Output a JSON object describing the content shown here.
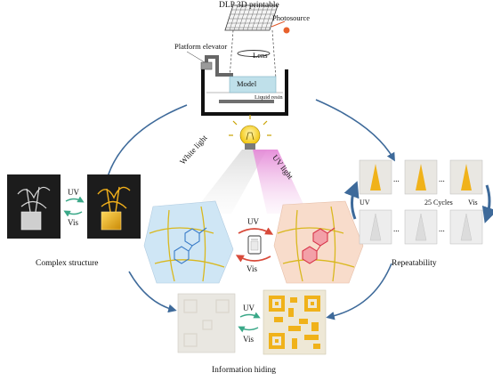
{
  "printer": {
    "title": "DLP 3D printable",
    "photosource_label": "Photosource",
    "platform_label": "Platform elevator",
    "lens_label": "Lens",
    "model_label": "Model",
    "resin_label": "Liquid resin"
  },
  "light": {
    "white_label": "White light",
    "uv_label": "UV light"
  },
  "center": {
    "uv_label": "UV",
    "vis_label": "Vis"
  },
  "complex": {
    "uv_label": "UV",
    "vis_label": "Vis",
    "caption": "Complex structure"
  },
  "repeat": {
    "uv_label": "UV",
    "cycles_label": "25 Cycles",
    "vis_label": "Vis",
    "ellipsis": "...",
    "caption": "Repeatability"
  },
  "info": {
    "uv_label": "UV",
    "vis_label": "Vis",
    "caption": "Information hiding"
  },
  "colors": {
    "cycle_arrow": "#3e6a9a",
    "uv_arrow": "#d84a3a",
    "vis_arrow": "#3aa888",
    "network_line": "#d9b81e",
    "white_cube": "#cfe6f5",
    "uv_cube": "#f8dccb",
    "photochromic_yellow": "#f0b21a"
  }
}
